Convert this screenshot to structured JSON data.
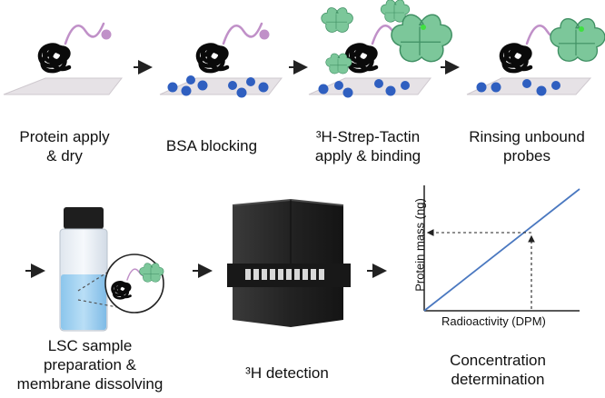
{
  "steps": [
    {
      "line1": "Protein apply",
      "line2": "& dry"
    },
    {
      "line1": "BSA blocking",
      "line2": ""
    },
    {
      "line1": "³H-Strep-Tactin",
      "line2": "apply & binding"
    },
    {
      "line1": "Rinsing unbound",
      "line2": "probes"
    },
    {
      "line1": "LSC sample",
      "line2": "preparation &",
      "line3": "membrane dissolving"
    },
    {
      "line1": "³H detection",
      "line2": ""
    },
    {
      "line1": "Concentration",
      "line2": "determination"
    }
  ],
  "chart_data": {
    "type": "line",
    "title": "",
    "xlabel": "Radioactivity (DPM)",
    "ylabel": "Protein mass (ng)",
    "x": [
      0,
      1
    ],
    "y": [
      0,
      1
    ],
    "grid": false,
    "ticks": "none",
    "annotation": "dashed guide lines from a point on the line to each axis"
  },
  "colors": {
    "membrane": "#e6e2e6",
    "protein": "#0a0a0a",
    "linker": "#c090c8",
    "bsa": "#2f5fc0",
    "strep_tactin": "#7cc79a",
    "strep_tactin_dark": "#3f8f63",
    "binding_site": "#40e040",
    "line": "#4a78c0",
    "instrument": "#2a2a2a"
  }
}
